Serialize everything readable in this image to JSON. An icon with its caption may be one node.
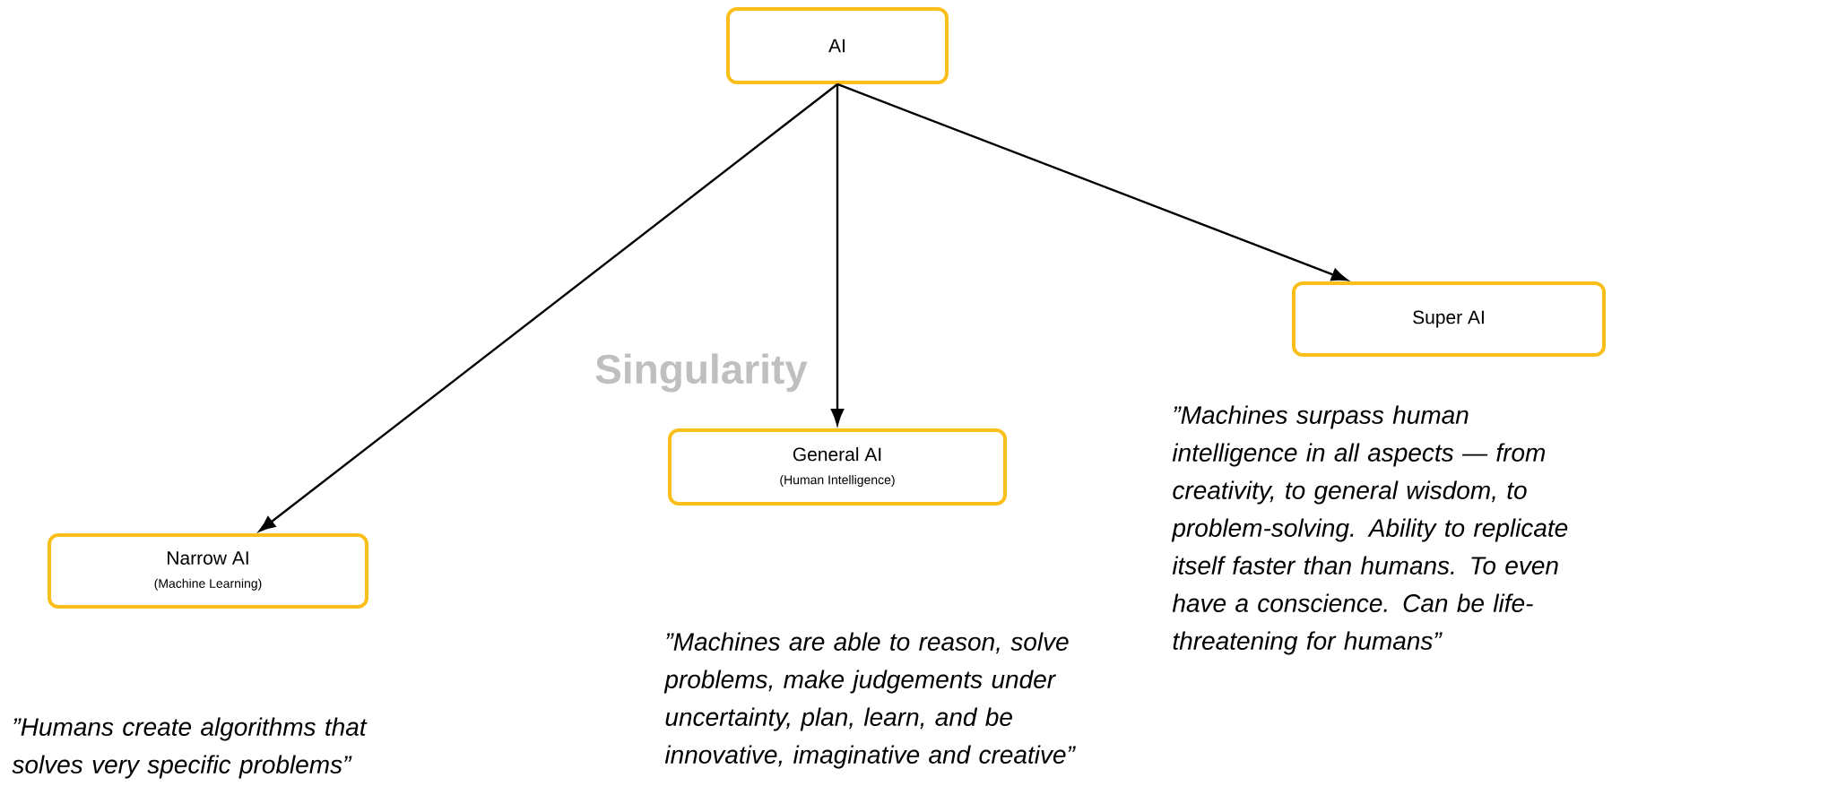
{
  "diagram": {
    "nodes": [
      {
        "text": [
          "AI"
        ]
      },
      {
        "text": [
          "Super AI"
        ]
      },
      {
        "text": [
          "General AI",
          "(Human Intelligence)"
        ]
      },
      {
        "text": [
          "Narrow AI",
          "(Machine Learning)"
        ]
      }
    ],
    "edges": [
      {
        "from": 0,
        "to": 3,
        "arrow": "to"
      },
      {
        "from": 0,
        "to": 2,
        "arrow": "to"
      },
      {
        "from": 0,
        "to": 1,
        "arrow": "to"
      }
    ],
    "labels": [
      "Singularity",
      "”Machines surpass human intelligence in all aspects — from creativity, to general wisdom, to problem-solving. Ability to replicate itself faster than humans. To even have a conscience. Can be life-threatening for humans”",
      "”Machines are able to reason, solve problems, make judgements under uncertainty, plan, learn, and be innovative, imaginative and creative”",
      "”Humans create algorithms that solves very specific problems”"
    ]
  }
}
